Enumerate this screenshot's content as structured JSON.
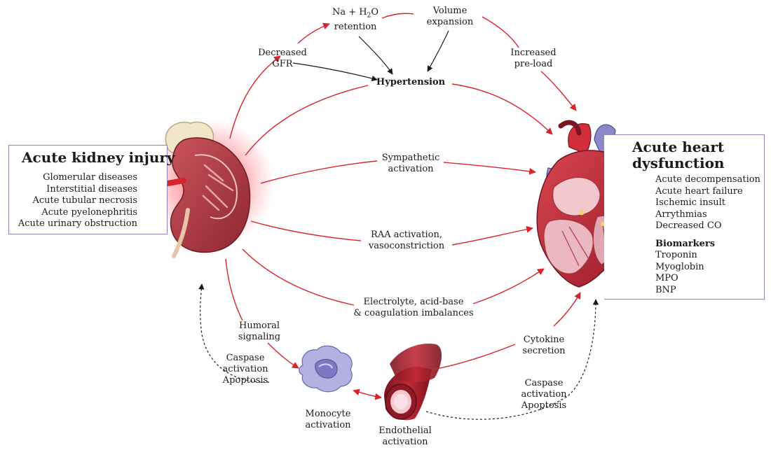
{
  "kidney_panel": {
    "title": "Acute kidney injury",
    "items": [
      "Glomerular diseases",
      "Interstitial diseases",
      "Acute tubular necrosis",
      "Acute pyelonephritis",
      "Acute urinary obstruction"
    ]
  },
  "heart_panel": {
    "title_line1": "Acute heart",
    "title_line2": "dysfunction",
    "items": [
      "Acute decompensation",
      "Acute heart failure",
      "Ischemic insult",
      "Arrythmias",
      "Decreased CO"
    ],
    "biomarkers_heading": "Biomarkers",
    "biomarkers": [
      "Troponin",
      "Myoglobin",
      "MPO",
      "BNP"
    ]
  },
  "labels": {
    "na_retention_1": "Na + H",
    "na_retention_sub": "2",
    "na_retention_2": "O",
    "na_retention_3": "retention",
    "volume_1": "Volume",
    "volume_2": "expansion",
    "gfr_1": "Decreased",
    "gfr_2": "GFR",
    "preload_1": "Increased",
    "preload_2": "pre-load",
    "hypertension": "Hypertension",
    "sympathetic_1": "Sympathetic",
    "sympathetic_2": "activation",
    "raa_1": "RAA activation,",
    "raa_2": "vasoconstriction",
    "electrolyte_1": "Electrolyte, acid-base",
    "electrolyte_2": "& coagulation imbalances",
    "humoral_1": "Humoral",
    "humoral_2": "signaling",
    "caspase_left_1": "Caspase",
    "caspase_left_2": "activation",
    "caspase_left_3": "Apoptosis",
    "monocyte_1": "Monocyte",
    "monocyte_2": "activation",
    "endothelial_1": "Endothelial",
    "endothelial_2": "activation",
    "cytokine_1": "Cytokine",
    "cytokine_2": "secretion",
    "caspase_right_1": "Caspase",
    "caspase_right_2": "activation",
    "caspase_right_3": "Apoptosis"
  },
  "colors": {
    "arrow_red": "#d8232a",
    "arrow_black": "#1a1a1a",
    "panel_border": "#8a85c4",
    "kidney": "#b8434d",
    "heart": "#c9303c",
    "monocyte": "#9d9ad6"
  }
}
